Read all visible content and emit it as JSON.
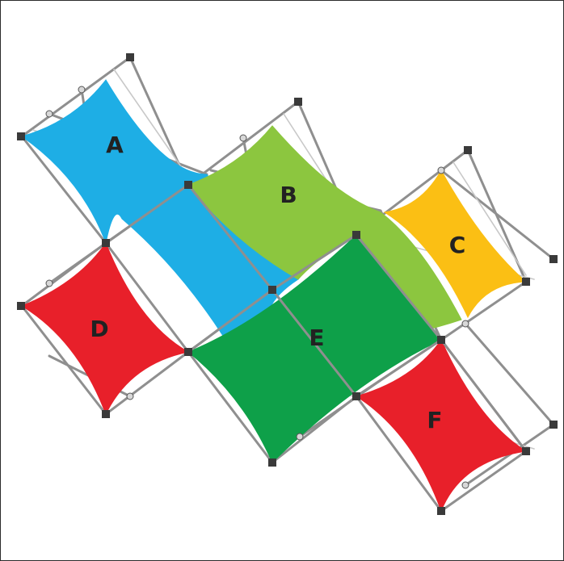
{
  "panels": [
    {
      "id": "A",
      "label": "A",
      "color": "#1eaee5"
    },
    {
      "id": "B",
      "label": "B",
      "color": "#8cc63f"
    },
    {
      "id": "C",
      "label": "C",
      "color": "#fbbf14"
    },
    {
      "id": "D",
      "label": "D",
      "color": "#e8202a"
    },
    {
      "id": "E",
      "label": "E",
      "color": "#0ea049"
    },
    {
      "id": "F",
      "label": "F",
      "color": "#e8202a"
    }
  ],
  "frame_color": "#8f8f8f",
  "hub_color": "#3a3a3a"
}
